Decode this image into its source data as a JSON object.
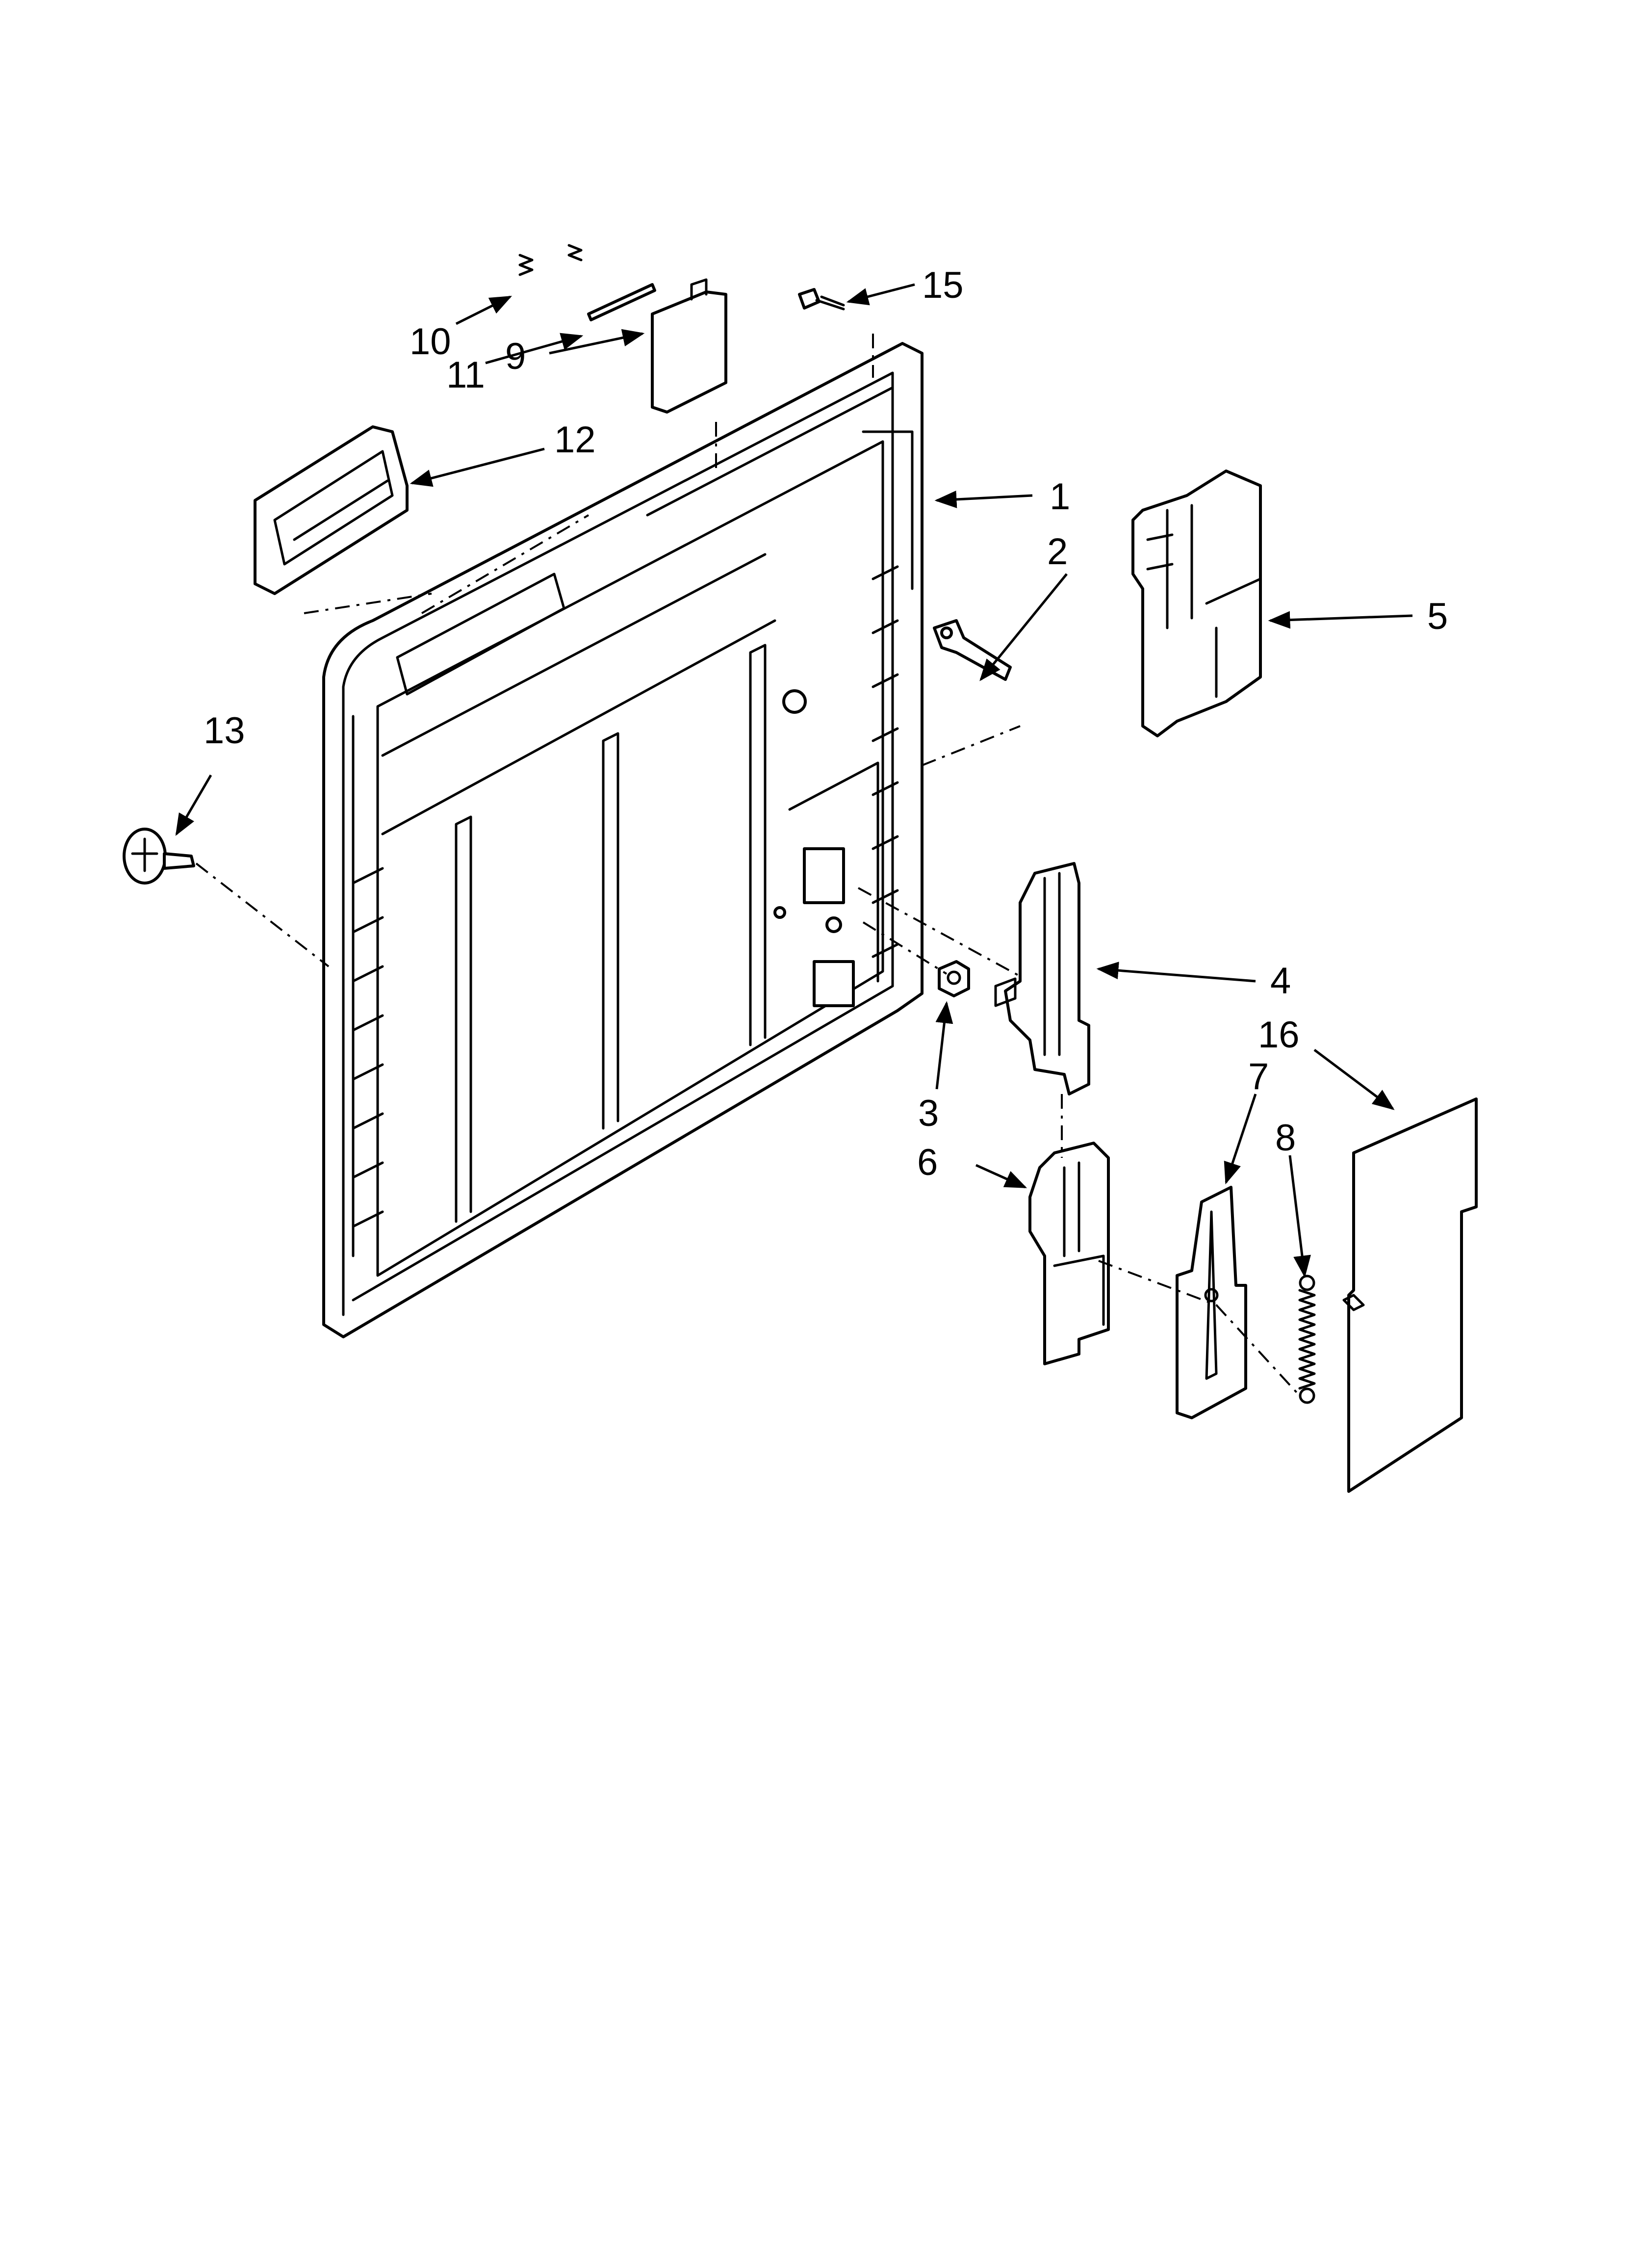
{
  "diagram": {
    "callouts": [
      {
        "id": "1",
        "label": "1"
      },
      {
        "id": "2",
        "label": "2"
      },
      {
        "id": "3",
        "label": "3"
      },
      {
        "id": "4",
        "label": "4"
      },
      {
        "id": "5",
        "label": "5"
      },
      {
        "id": "6",
        "label": "6"
      },
      {
        "id": "7",
        "label": "7"
      },
      {
        "id": "8",
        "label": "8"
      },
      {
        "id": "9",
        "label": "9"
      },
      {
        "id": "10",
        "label": "10"
      },
      {
        "id": "11",
        "label": "11"
      },
      {
        "id": "12",
        "label": "12"
      },
      {
        "id": "13",
        "label": "13"
      },
      {
        "id": "15",
        "label": "15"
      },
      {
        "id": "16",
        "label": "16"
      }
    ]
  }
}
